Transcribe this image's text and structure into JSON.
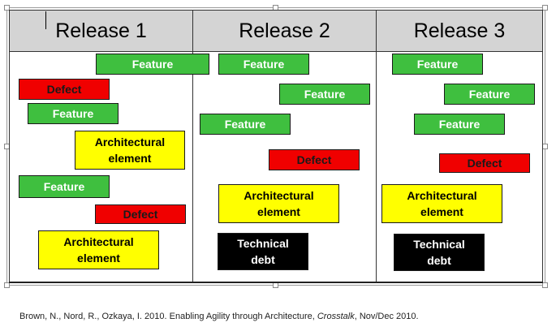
{
  "releases": [
    {
      "label": "Release 1"
    },
    {
      "label": "Release 2"
    },
    {
      "label": "Release 3"
    }
  ],
  "cards": {
    "r1": [
      {
        "kind": "feature",
        "text": "Feature"
      },
      {
        "kind": "defect",
        "text": "Defect"
      },
      {
        "kind": "feature",
        "text": "Feature"
      },
      {
        "kind": "arch",
        "line1": "Architectural",
        "line2": "element"
      },
      {
        "kind": "feature",
        "text": "Feature"
      },
      {
        "kind": "defect",
        "text": "Defect"
      },
      {
        "kind": "arch",
        "line1": "Architectural",
        "line2": "element"
      }
    ],
    "r2": [
      {
        "kind": "feature",
        "text": "Feature"
      },
      {
        "kind": "feature",
        "text": "Feature"
      },
      {
        "kind": "feature",
        "text": "Feature"
      },
      {
        "kind": "defect",
        "text": "Defect"
      },
      {
        "kind": "arch",
        "line1": "Architectural",
        "line2": "element"
      },
      {
        "kind": "debt",
        "line1": "Technical",
        "line2": "debt"
      }
    ],
    "r3": [
      {
        "kind": "feature",
        "text": "Feature"
      },
      {
        "kind": "feature",
        "text": "Feature"
      },
      {
        "kind": "feature",
        "text": "Feature"
      },
      {
        "kind": "defect",
        "text": "Defect"
      },
      {
        "kind": "arch",
        "line1": "Architectural",
        "line2": "element"
      },
      {
        "kind": "debt",
        "line1": "Technical",
        "line2": "debt"
      }
    ]
  },
  "citation": {
    "before": "Brown, N., Nord, R., Ozkaya, I. 2010. Enabling Agility through Architecture, ",
    "journal": "Crosstalk",
    "after": ", Nov/Dec 2010."
  },
  "colors": {
    "feature": "#3fbf3f",
    "defect": "#f00000",
    "architectural": "#ffff00",
    "technical_debt": "#000000",
    "header_bg": "#d4d4d4"
  }
}
